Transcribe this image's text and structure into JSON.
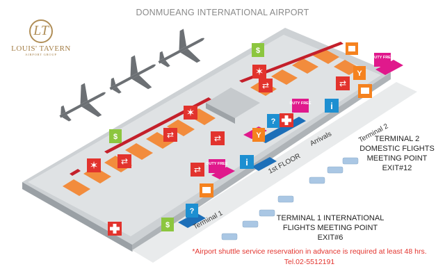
{
  "title": "DONMUEANG INTERNATIONAL AIRPORT",
  "logo": {
    "initial": "LT",
    "name": "LOUIS' TAVERN",
    "sub": "AIRPORT GROUP"
  },
  "labels": {
    "terminal1": "Terminal 1",
    "terminal2": "Terminal 2",
    "arrivals": "Arrivals",
    "first_floor": "1st FLOOR"
  },
  "meeting_points": {
    "terminal2": [
      "TERMINAL 2",
      "DOMESTIC FLIGHTS",
      "MEETING POINT",
      "EXIT#12"
    ],
    "terminal1": [
      "TERMINAL 1 INTERNATIONAL",
      "FLIGHTS MEETING POINT",
      "EXIT#6"
    ]
  },
  "notice": {
    "text": "*Airport shuttle service reservation in advance is required at least 48 hrs.",
    "phone": "Tel.02-5512191"
  },
  "poi_labels": {
    "duty_free": "DUTY FREE"
  },
  "colors": {
    "red": "#e2332d",
    "orange": "#f5821f",
    "green": "#8cc63f",
    "blue": "#1d8fd1",
    "magenta": "#e0198c",
    "gray": "#bfc4c8",
    "slate": "#5f6468"
  },
  "icons": [
    "airplane-icon",
    "transfer-icon",
    "money-exchange-icon",
    "star-icon",
    "first-aid-icon",
    "information-icon",
    "restaurant-icon",
    "duty-free-icon",
    "baggage-icon",
    "restroom-icon",
    "shuttle-van-icon"
  ]
}
